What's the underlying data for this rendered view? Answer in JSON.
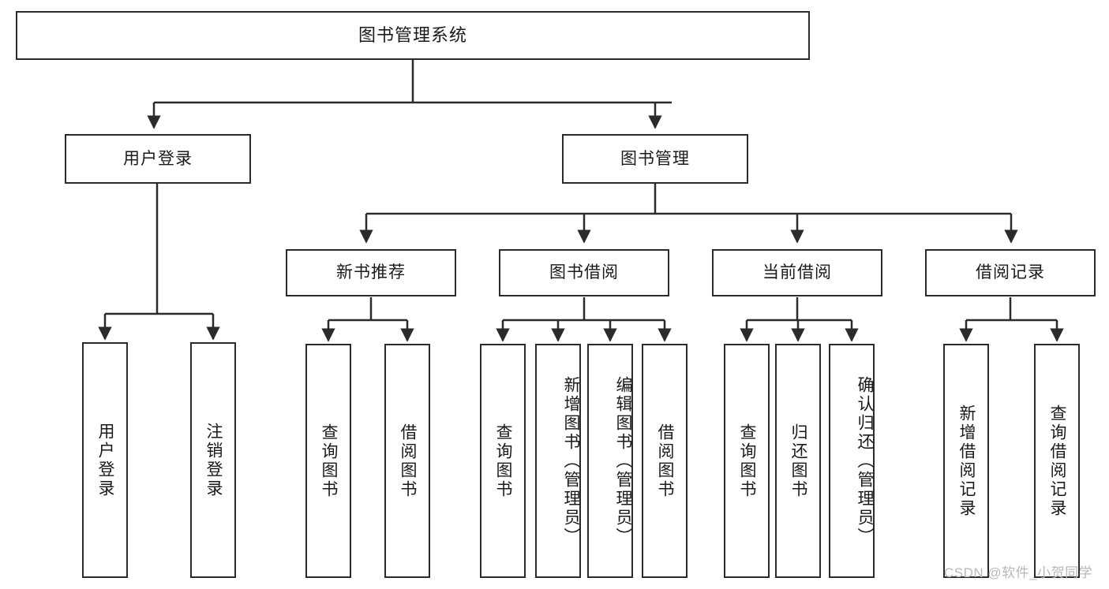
{
  "diagram": {
    "type": "hierarchy-tree",
    "title": "图书管理系统",
    "watermark": "CSDN @软件_小贺同学",
    "colors": {
      "box_border": "#2b2b2b",
      "box_fill": "#ffffff",
      "edge": "#2b2b2b",
      "text": "#1a1a1a",
      "watermark": "#b9b9b9"
    },
    "levels": {
      "root": {
        "label": "图书管理系统"
      },
      "level2": [
        {
          "label": "用户登录"
        },
        {
          "label": "图书管理"
        }
      ],
      "level3": [
        {
          "label": "新书推荐"
        },
        {
          "label": "图书借阅"
        },
        {
          "label": "当前借阅"
        },
        {
          "label": "借阅记录"
        }
      ],
      "leaves": {
        "user_login": [
          {
            "label": "用户登录"
          },
          {
            "label": "注销登录"
          }
        ],
        "new_book_recommend": [
          {
            "label": "查询图书"
          },
          {
            "label": "借阅图书"
          }
        ],
        "book_borrow": [
          {
            "label": "查询图书"
          },
          {
            "label": "新增图书（管理员）"
          },
          {
            "label": "编辑图书（管理员）"
          },
          {
            "label": "借阅图书"
          }
        ],
        "current_borrow": [
          {
            "label": "查询图书"
          },
          {
            "label": "归还图书"
          },
          {
            "label": "确认归还（管理员）"
          }
        ],
        "borrow_record": [
          {
            "label": "新增借阅记录"
          },
          {
            "label": "查询借阅记录"
          }
        ]
      }
    }
  }
}
